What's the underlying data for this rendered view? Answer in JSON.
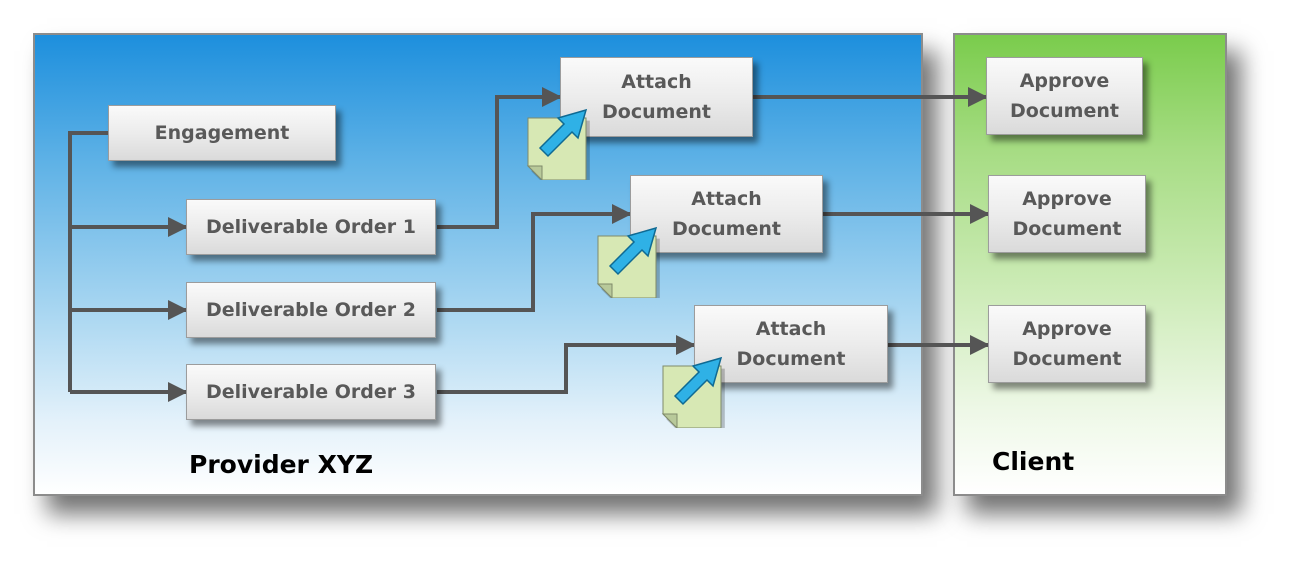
{
  "provider": {
    "label": "Provider XYZ",
    "engagement": "Engagement",
    "orders": [
      "Deliverable Order 1",
      "Deliverable Order 2",
      "Deliverable Order 3"
    ],
    "attach": [
      "Attach\nDocument",
      "Attach\nDocument",
      "Attach\nDocument"
    ]
  },
  "client": {
    "label": "Client",
    "approve": [
      "Approve\nDocument",
      "Approve\nDocument",
      "Approve\nDocument"
    ]
  },
  "colors": {
    "provider_top": "#1d8fdd",
    "client_top": "#7acc4c",
    "box_text": "#595959",
    "connector": "#555555",
    "note_fill": "#d7e8b4",
    "arrow_icon": "#2fb1e6"
  }
}
